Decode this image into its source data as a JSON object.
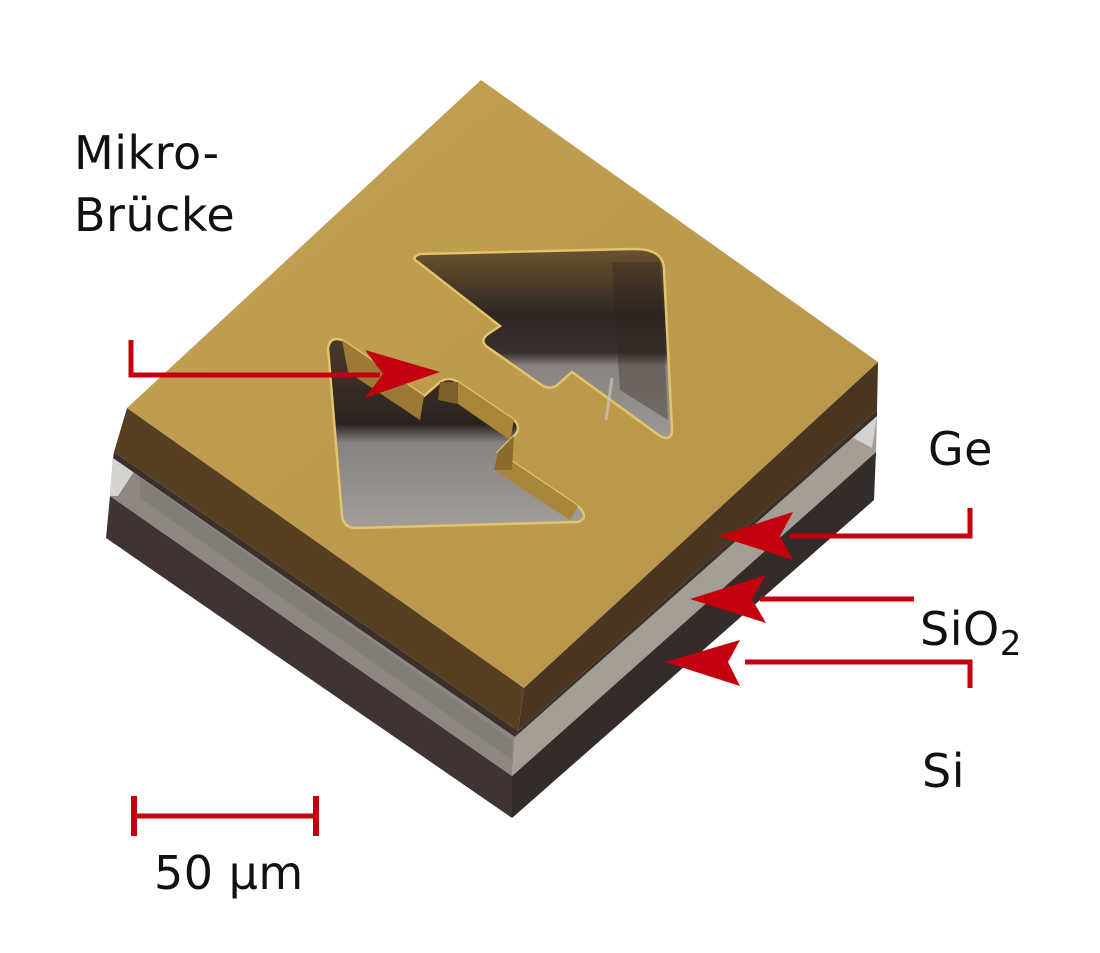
{
  "diagram": {
    "title": "Germanium micro-bridge layer stack",
    "labels": {
      "microbridge_line1": "Mikro-",
      "microbridge_line2": "Brücke",
      "ge": "Ge",
      "sio2_base": "SiO",
      "sio2_sub": "2",
      "si": "Si",
      "scale_bar": "50 µm"
    },
    "layers": [
      {
        "name": "Ge",
        "color_top": "#BE9A4E",
        "color_side_left": "#573F22",
        "color_side_right": "#4A3620"
      },
      {
        "name": "SiO2",
        "color_side_left": "#8E8781",
        "color_side_right": "#A49E95",
        "color_edge": "#D4D2CC"
      },
      {
        "name": "Si",
        "color_side_left": "#3F3431",
        "color_side_right": "#352B28"
      }
    ],
    "annotations": [
      {
        "target": "Mikro-Brücke",
        "direction": "right"
      },
      {
        "target": "Ge",
        "direction": "left"
      },
      {
        "target": "SiO2",
        "direction": "left"
      },
      {
        "target": "Si",
        "direction": "left"
      }
    ],
    "colors": {
      "arrow": "#C4000F",
      "text": "#111111",
      "background": "#FFFFFF",
      "cavity_dark": "#2E2522",
      "cavity_light": "#8F8A86",
      "gold_rim": "#E3C56C"
    }
  }
}
